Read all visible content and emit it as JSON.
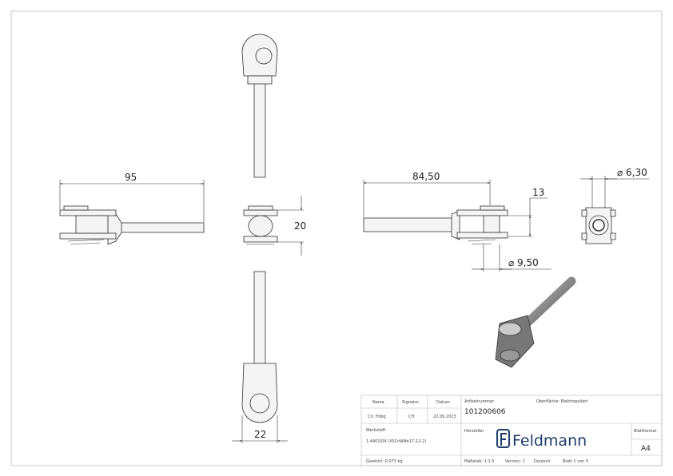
{
  "dimensions": {
    "front_length": "95",
    "side_height": "20",
    "bottom_width": "22",
    "right_length": "84,50",
    "right_gap": "13",
    "pin_diameter": "⌀ 9,50",
    "end_diameter": "⌀ 6,30"
  },
  "title_block": {
    "name_label": "Name",
    "signatur_label": "Signatur",
    "datum_label": "Datum",
    "name": "Ch. Hölig",
    "signatur": "CH",
    "datum": "22.09.2023",
    "artikel_label": "Artikelnummer",
    "artikel": "101200606",
    "oberflaeche": "Oberfläche:  Elektropoliert",
    "werkstoff_label": "Werkstoff:",
    "werkstoff": "1.4401/04 (X5CrNiMo17-12-2)",
    "hersteller_label": "Hersteller",
    "logo_text": "Feldmann",
    "blattformat_label": "Blattformat",
    "blattformat": "A4",
    "gewicht": "Gewicht: 0.073 kg",
    "massstab": "Maßstab: 1:1.5",
    "version": "Version: 1",
    "sprache": "Deutsch",
    "blatt": "Blatt 1 von 5"
  },
  "colors": {
    "logo": "#1f3d6b",
    "frame": "#bbbbbb"
  }
}
